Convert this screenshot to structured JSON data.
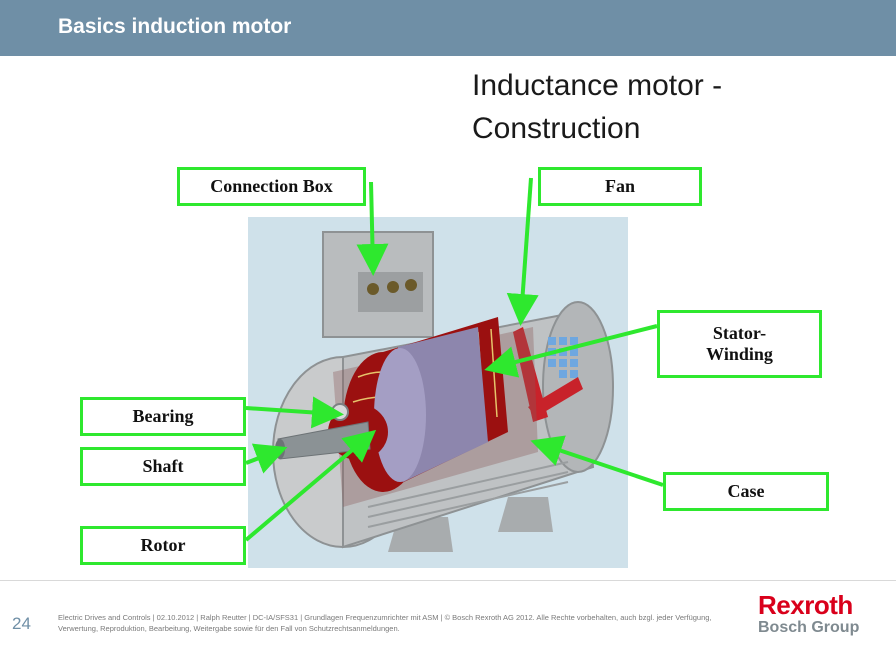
{
  "header": {
    "title": "Basics induction motor"
  },
  "slide": {
    "title": "Inductance motor - Construction"
  },
  "labels": {
    "connection_box": "Connection Box",
    "fan": "Fan",
    "stator_winding": "Stator-\nWinding",
    "bearing": "Bearing",
    "shaft": "Shaft",
    "case": "Case",
    "rotor": "Rotor"
  },
  "colors": {
    "header_bg": "#6f8fa6",
    "label_border": "#2ee82e",
    "arrow": "#2ee82e",
    "winding": "#9b1010",
    "brand_red": "#d9001b"
  },
  "footer": {
    "page_number": "24",
    "legal": "Electric Drives and Controls | 02.10.2012 | Ralph Reutter | DC-IA/SFS31 | Grundlagen Frequenzumrichter mit ASM | © Bosch Rexroth AG 2012. Alle Rechte vorbehalten, auch bzgl. jeder Verfügung, Verwertung, Reproduktion, Bearbeitung, Weitergabe sowie für den Fall von Schutzrechtsanmeldungen.",
    "brand_name": "Rexroth",
    "brand_group": "Bosch Group"
  }
}
